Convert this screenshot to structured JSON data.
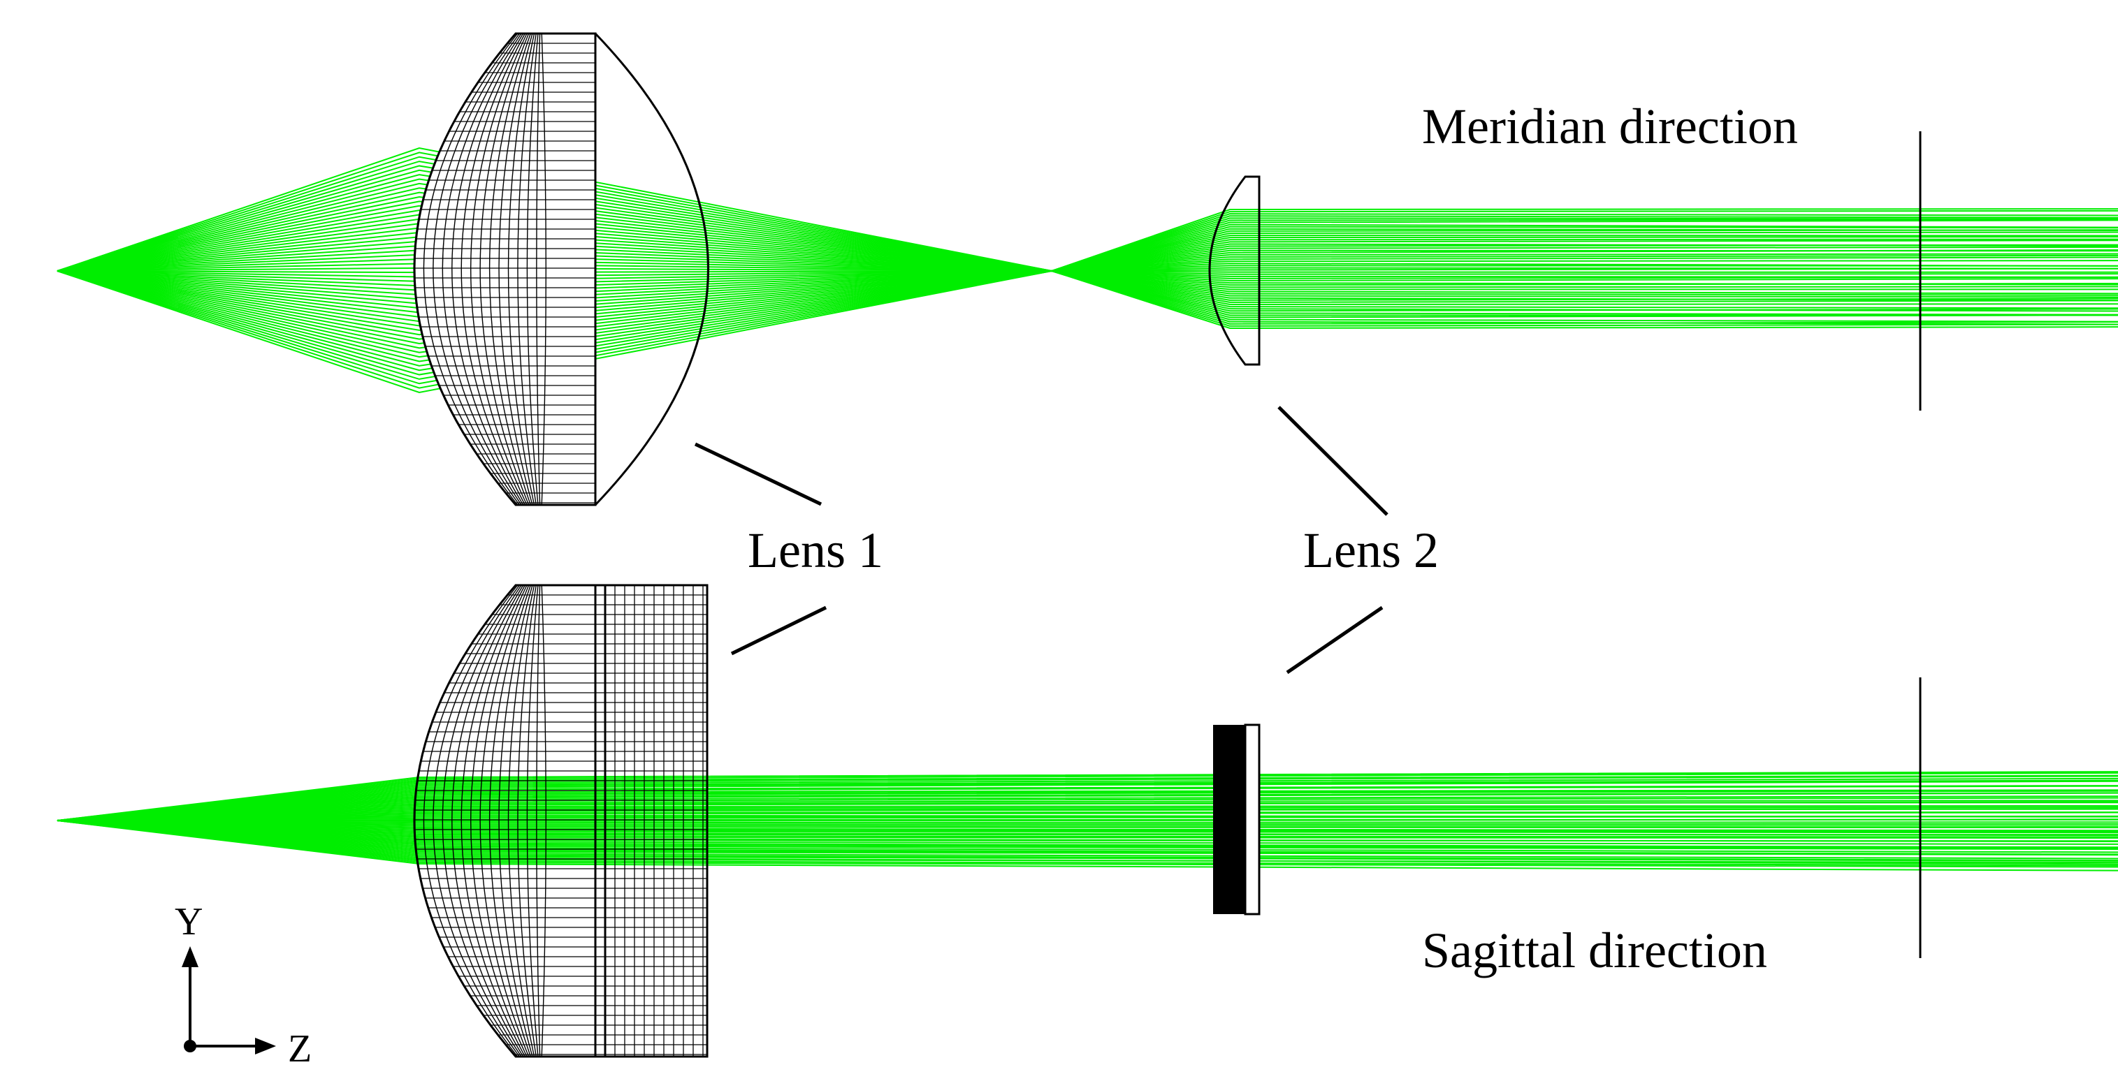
{
  "labels": {
    "meridian": "Meridian direction",
    "sagittal": "Sagittal direction",
    "lens1": "Lens 1",
    "lens2": "Lens 2"
  },
  "axes": {
    "y": "Y",
    "z": "Z"
  },
  "colors": {
    "ray": "#00ee00",
    "outline": "#000000",
    "background": "#ffffff"
  },
  "icons": [
    "coordinate-axes-icon"
  ]
}
